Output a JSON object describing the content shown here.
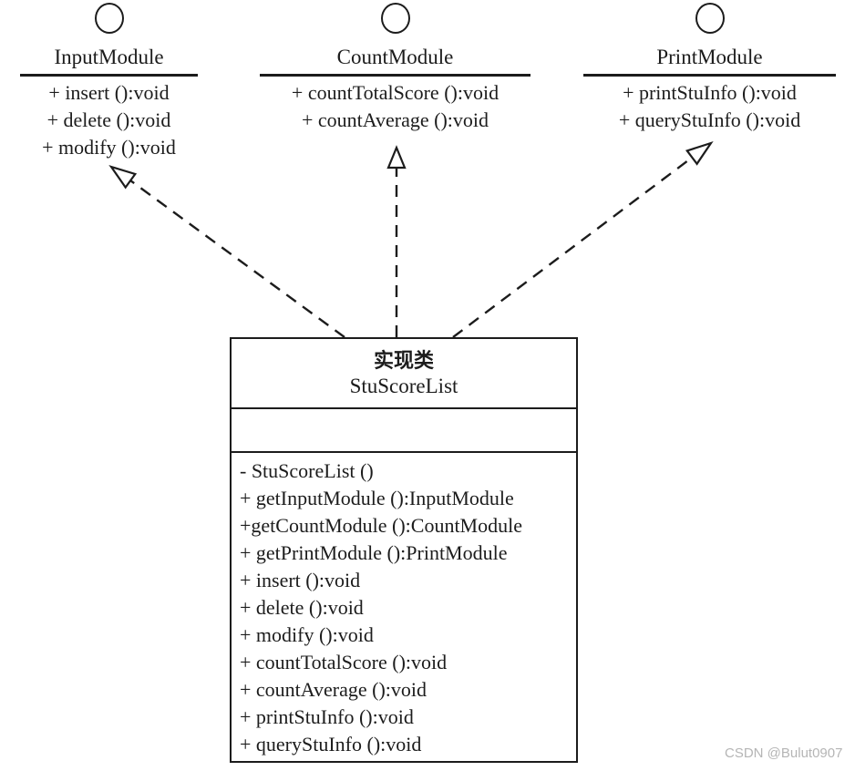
{
  "diagram": {
    "interfaces": [
      {
        "name": "InputModule",
        "methods": [
          "+ insert ():void",
          "+ delete ():void",
          "+ modify ():void"
        ]
      },
      {
        "name": "CountModule",
        "methods": [
          "+ countTotalScore ():void",
          "+ countAverage ():void"
        ]
      },
      {
        "name": "PrintModule",
        "methods": [
          "+ printStuInfo ():void",
          "+ queryStuInfo ():void"
        ]
      }
    ],
    "class_box": {
      "stereotype": "实现类",
      "name": "StuScoreList",
      "attributes": [],
      "methods": [
        "- StuScoreList ()",
        "+ getInputModule ():InputModule",
        "+getCountModule ():CountModule",
        "+ getPrintModule ():PrintModule",
        "+ insert ():void",
        "+ delete ():void",
        "+ modify ():void",
        "+ countTotalScore ():void",
        "+ countAverage ():void",
        "+ printStuInfo ():void",
        "+ queryStuInfo ():void"
      ]
    },
    "relations": [
      {
        "type": "realization",
        "from": "StuScoreList",
        "to": "InputModule",
        "line_style": "dashed",
        "head": "hollow-triangle"
      },
      {
        "type": "realization",
        "from": "StuScoreList",
        "to": "CountModule",
        "line_style": "dashed",
        "head": "hollow-triangle"
      },
      {
        "type": "realization",
        "from": "StuScoreList",
        "to": "PrintModule",
        "line_style": "dashed",
        "head": "hollow-triangle"
      }
    ],
    "colors": {
      "stroke": "#1c1c1c",
      "background": "#ffffff",
      "watermark": "#b5b5b5"
    },
    "watermark": "CSDN @Bulut0907"
  }
}
